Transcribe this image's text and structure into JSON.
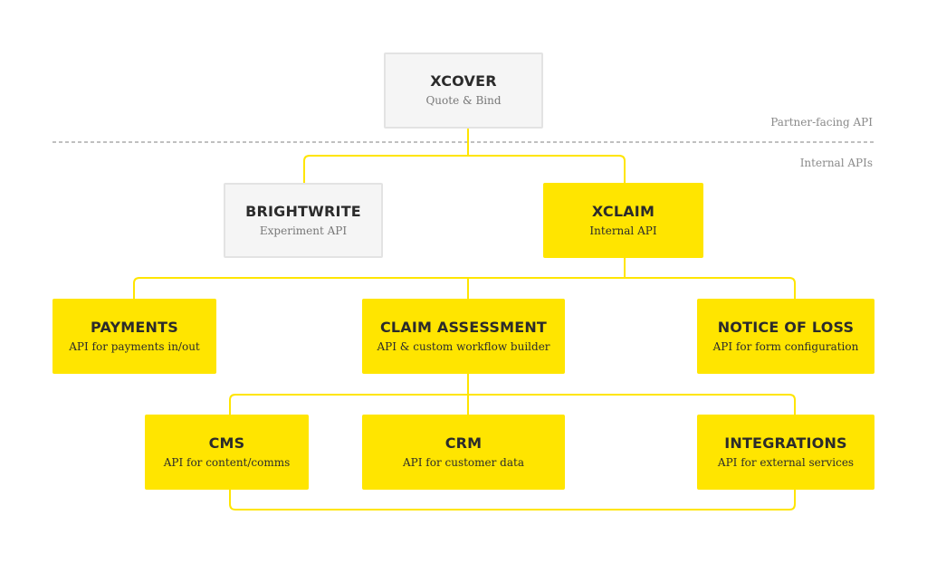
{
  "diagram": {
    "zones": {
      "partner_facing": "Partner-facing API",
      "internal": "Internal APIs"
    },
    "nodes": {
      "xcover": {
        "title": "XCOVER",
        "subtitle": "Quote & Bind"
      },
      "brightwrite": {
        "title": "BRIGHTWRITE",
        "subtitle": "Experiment API"
      },
      "xclaim": {
        "title": "XCLAIM",
        "subtitle": "Internal API"
      },
      "payments": {
        "title": "PAYMENTS",
        "subtitle": "API for payments in/out"
      },
      "claim_assessment": {
        "title": "CLAIM ASSESSMENT",
        "subtitle": "API & custom workflow builder"
      },
      "notice_of_loss": {
        "title": "NOTICE OF LOSS",
        "subtitle": "API for form configuration"
      },
      "cms": {
        "title": "CMS",
        "subtitle": "API for content/comms"
      },
      "crm": {
        "title": "CRM",
        "subtitle": "API for customer data"
      },
      "integrations": {
        "title": "INTEGRATIONS",
        "subtitle": "API for external services"
      }
    },
    "colors": {
      "accent_yellow": "#ffe500",
      "grey_box": "#f5f5f5",
      "divider": "#9a9a9a",
      "text_dark": "#2b2b2b"
    }
  }
}
